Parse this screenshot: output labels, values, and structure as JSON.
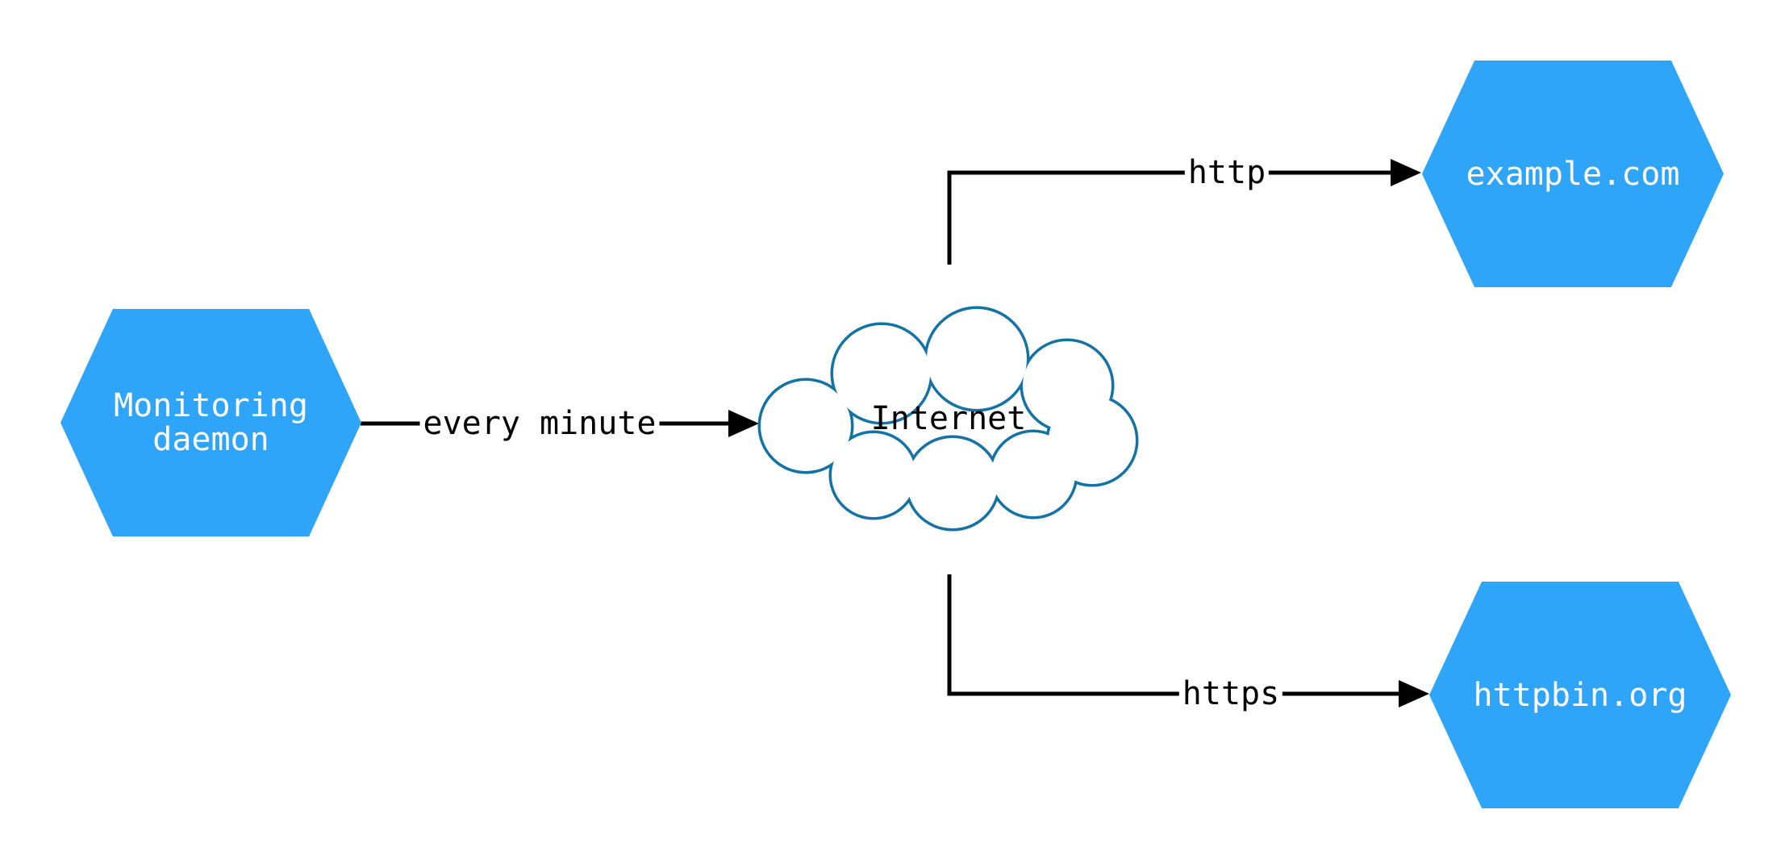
{
  "diagram": {
    "nodes": {
      "daemon": {
        "shape": "hexagon",
        "line1": "Monitoring",
        "line2": "daemon"
      },
      "internet": {
        "shape": "cloud",
        "label": "Internet"
      },
      "example": {
        "shape": "hexagon",
        "label": "example.com"
      },
      "httpbin": {
        "shape": "hexagon",
        "label": "httpbin.org"
      }
    },
    "edges": {
      "daemon_to_internet": {
        "label": "every minute",
        "direction": "right"
      },
      "internet_to_example": {
        "label": "http",
        "direction": "up-right"
      },
      "internet_to_httpbin": {
        "label": "https",
        "direction": "down-right"
      }
    },
    "colors": {
      "node_fill": "#2FA5F9",
      "node_text": "#FFFFFF",
      "cloud_stroke": "#1372A6",
      "cloud_fill": "#FFFFFF",
      "edge_stroke": "#000000",
      "label_text": "#000000",
      "background": "#FFFFFF"
    }
  }
}
